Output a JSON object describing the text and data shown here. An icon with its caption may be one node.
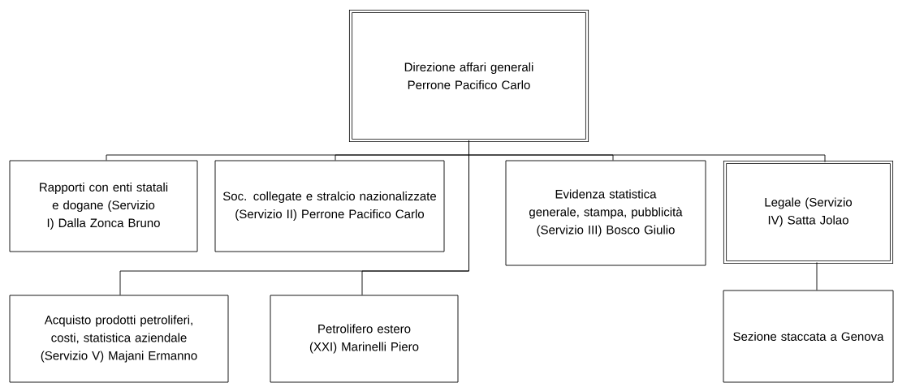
{
  "diagram": {
    "nodes": [
      {
        "text": [
          "Direzione affari generali Perrone Pacifico Carlo"
        ]
      },
      {
        "text": [
          "Rapporti con enti statali e dogane (Servizio I) Dalla Zonca Bruno"
        ]
      },
      {
        "text": [
          "Soc. collegate e stralcio nazionalizzate (Servizio II) Perrone Pacifico Carlo"
        ]
      },
      {
        "text": [
          "Evidenza statistica generale, stampa, pubblicità (Servizio III) Bosco Giulio"
        ]
      },
      {
        "text": [
          "Legale (Servizio IV) Satta Jolao"
        ]
      },
      {
        "text": [
          "Acquisto prodotti petroliferi, costi, statistica aziendale (Servizio V) Majani Ermanno"
        ]
      },
      {
        "text": [
          "Petrolifero estero (XXI) Marinelli Piero"
        ]
      },
      {
        "text": [
          "Sezione staccata a Genova"
        ]
      }
    ],
    "edges": [
      {
        "from": 0,
        "to": 1,
        "arrow": "none"
      },
      {
        "from": 0,
        "to": 2,
        "arrow": "none"
      },
      {
        "from": 0,
        "to": 3,
        "arrow": "none"
      },
      {
        "from": 0,
        "to": 4,
        "arrow": "none"
      },
      {
        "from": 0,
        "to": 5,
        "arrow": "none"
      },
      {
        "from": 0,
        "to": 6,
        "arrow": "none"
      },
      {
        "from": 4,
        "to": 7,
        "arrow": "none"
      }
    ]
  }
}
